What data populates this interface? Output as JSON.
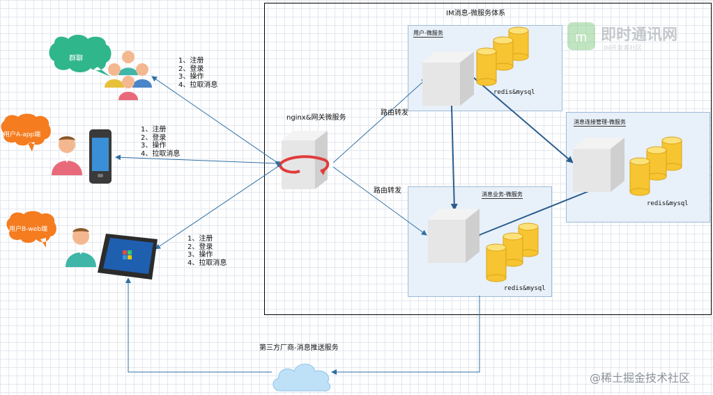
{
  "system": {
    "title": "IM消息-微服务体系",
    "gateway_label": "nginx&网关微服务",
    "route_top": "路由转发",
    "route_bottom": "路由转发",
    "user_service": {
      "title": "用户-微服务",
      "db": "redis&mysql"
    },
    "conn_service": {
      "title": "消息连接管理-微服务",
      "db": "redis&mysql"
    },
    "msg_service": {
      "title": "消息业务-微服务",
      "db": "redis&mysql"
    }
  },
  "clients": {
    "group": {
      "bubble": "群聊"
    },
    "app": {
      "bubble": "用户A-app端"
    },
    "web": {
      "bubble": "用户B-web端"
    }
  },
  "steps": {
    "group": [
      "1、注册",
      "2、登录",
      "3、操作",
      "4、拉取消息"
    ],
    "app": [
      "1、注册",
      "2、登录",
      "3、操作",
      "4、拉取消息"
    ],
    "web": [
      "1、注册",
      "2、登录",
      "3、操作",
      "4、拉取消息"
    ]
  },
  "push_service": "第三方厂商-消息推送服务",
  "watermark_top": {
    "main": "即时通讯网",
    "sub": "IM开发者社区"
  },
  "watermark_bottom": "@稀土掘金技术社区",
  "colors": {
    "arrow": "#2f6fa3",
    "bubble": "#2fb68a",
    "bubble_orange": "#f57c1f",
    "cylinder": "#f7c531",
    "box_bg": "#e8f0f9"
  }
}
